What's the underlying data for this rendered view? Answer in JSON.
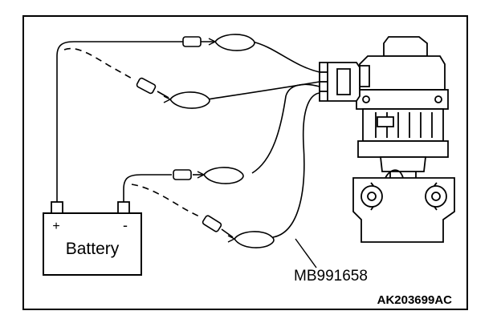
{
  "battery": {
    "label": "Battery",
    "positive_sign": "+",
    "negative_sign": "-"
  },
  "tool_label": "MB991658",
  "figure_code": "AK203699AC",
  "colors": {
    "line": "#000000",
    "background": "#ffffff"
  }
}
